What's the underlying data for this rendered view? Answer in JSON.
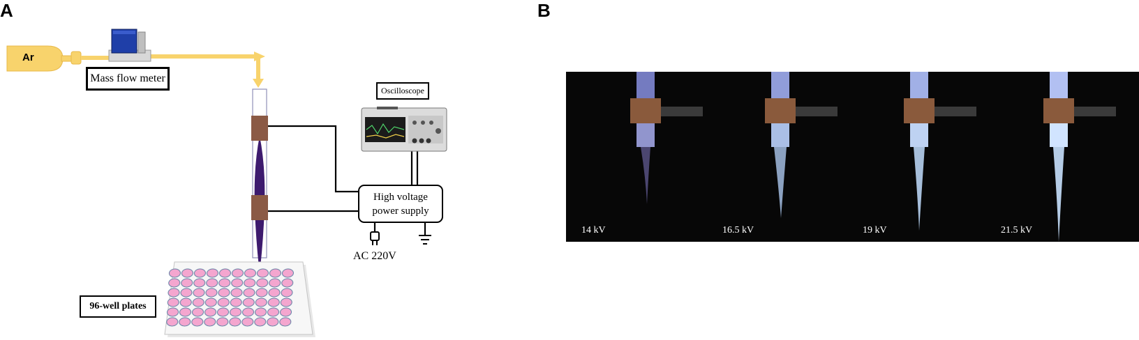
{
  "panel_a": {
    "letter": "A",
    "gas_label": "Ar",
    "mass_flow_label": "Mass flow meter",
    "oscilloscope_label": "Oscilloscope",
    "power_supply_line1": "High voltage",
    "power_supply_line2": "power supply",
    "ac_label": "AC 220V",
    "plate_label": "96-well plates"
  },
  "panel_b": {
    "letter": "B",
    "voltages": [
      "14 kV",
      "16.5 kV",
      "19 kV",
      "21.5 kV"
    ]
  },
  "colors": {
    "gas_tube": "#f8d36c",
    "plasma": "#3d1a6e",
    "electrode": "#8b5a45",
    "well_fill": "#f4a6cf",
    "well_grid": "#5d7fa3",
    "photo_background": "#070707",
    "plasma_glow": "#b8d6ff"
  }
}
